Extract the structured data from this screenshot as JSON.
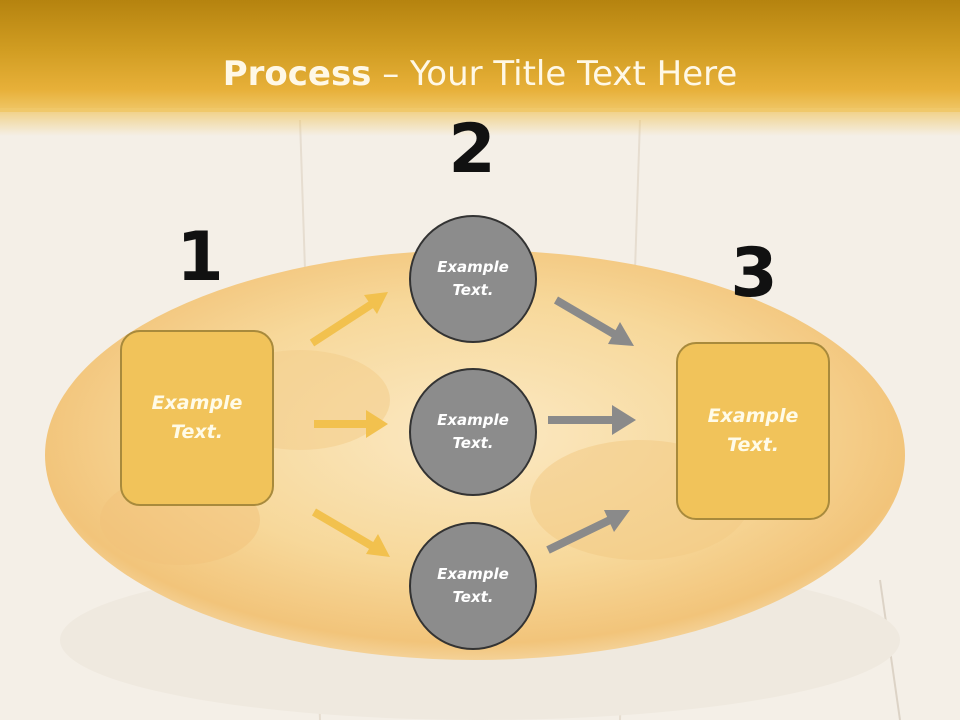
{
  "slide": {
    "title_bold": "Process",
    "title_rest": " – Your Title Text Here"
  },
  "steps": {
    "n1": "1",
    "n2": "2",
    "n3": "3"
  },
  "boxes": {
    "left": "Example\nText.",
    "right": "Example\nText."
  },
  "circles": {
    "top": "Example\nText.",
    "middle": "Example\nText.",
    "bottom": "Example\nText."
  },
  "colors": {
    "header": "#d9a227",
    "box_fill": "#f1c35a",
    "circle_fill": "#8c8c8c",
    "arrow_yellow": "#f2c14e",
    "arrow_gray": "#8a8a8a"
  }
}
